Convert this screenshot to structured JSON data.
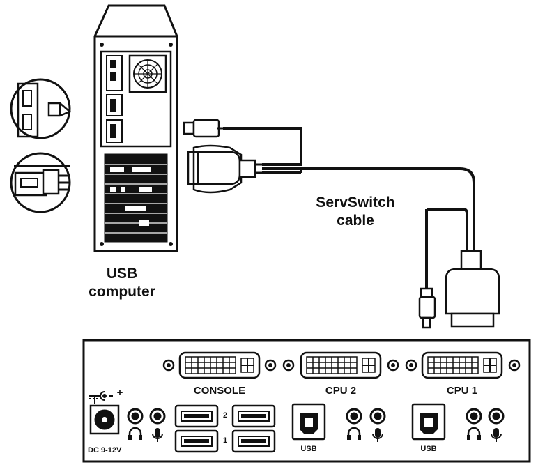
{
  "labels": {
    "computer_line1": "USB",
    "computer_line2": "computer",
    "cable_line1": "ServSwitch",
    "cable_line2": "cable"
  },
  "switch_panel": {
    "console": "CONSOLE",
    "cpu2": "CPU 2",
    "cpu1": "CPU 1",
    "dc_power": "DC 9-12V",
    "usb_cpu2": "USB",
    "usb_cpu1": "USB",
    "usb_row_top": "2",
    "usb_row_bottom": "1",
    "plus": "+"
  },
  "colors": {
    "ink": "#111111",
    "paper": "#ffffff"
  }
}
